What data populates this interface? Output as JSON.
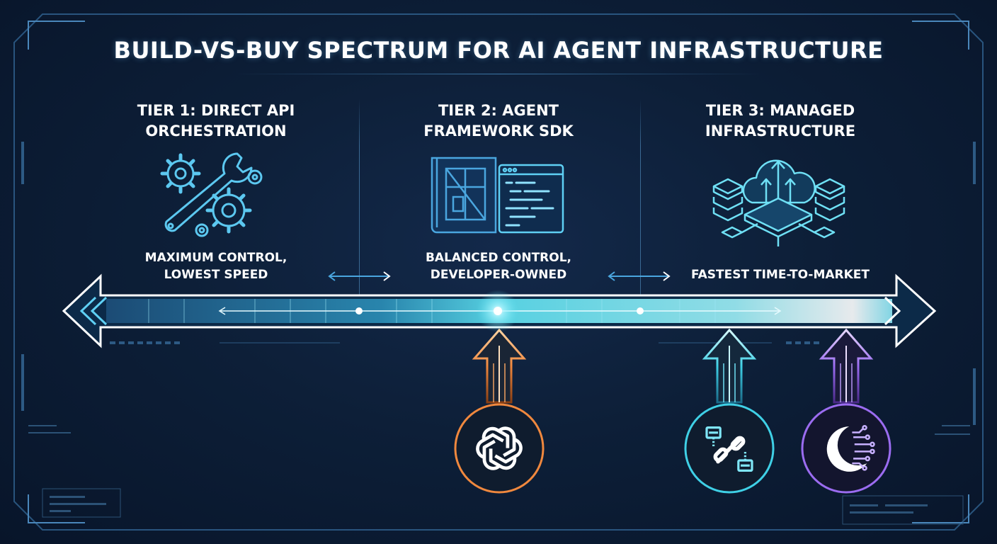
{
  "title": "BUILD-VS-BUY SPECTRUM FOR AI AGENT INFRASTRUCTURE",
  "tiers": [
    {
      "title_line1": "TIER 1: DIRECT API",
      "title_line2": "ORCHESTRATION",
      "desc_line1": "MAXIMUM CONTROL,",
      "desc_line2": "LOWEST SPEED",
      "icon": "wrench-gears-icon"
    },
    {
      "title_line1": "TIER 2: AGENT",
      "title_line2": "FRAMEWORK SDK",
      "desc_line1": "BALANCED CONTROL,",
      "desc_line2": "DEVELOPER-OWNED",
      "icon": "blueprint-code-icon"
    },
    {
      "title_line1": "TIER 3: MANAGED",
      "title_line2": "INFRASTRUCTURE",
      "desc_line1": "FASTEST TIME-TO-MARKET",
      "desc_line2": "",
      "icon": "cloud-servers-icon"
    }
  ],
  "markers": [
    {
      "name": "openai-logo-icon",
      "color": "#f0883e"
    },
    {
      "name": "chain-link-icon",
      "color": "#3fd0e6"
    },
    {
      "name": "crescent-circuit-icon",
      "color": "#9b6cf0"
    }
  ],
  "colors": {
    "background": "#0b1a2e",
    "accent_cyan": "#5fe3f2",
    "accent_orange": "#f0883e",
    "accent_purple": "#9b6cf0"
  }
}
